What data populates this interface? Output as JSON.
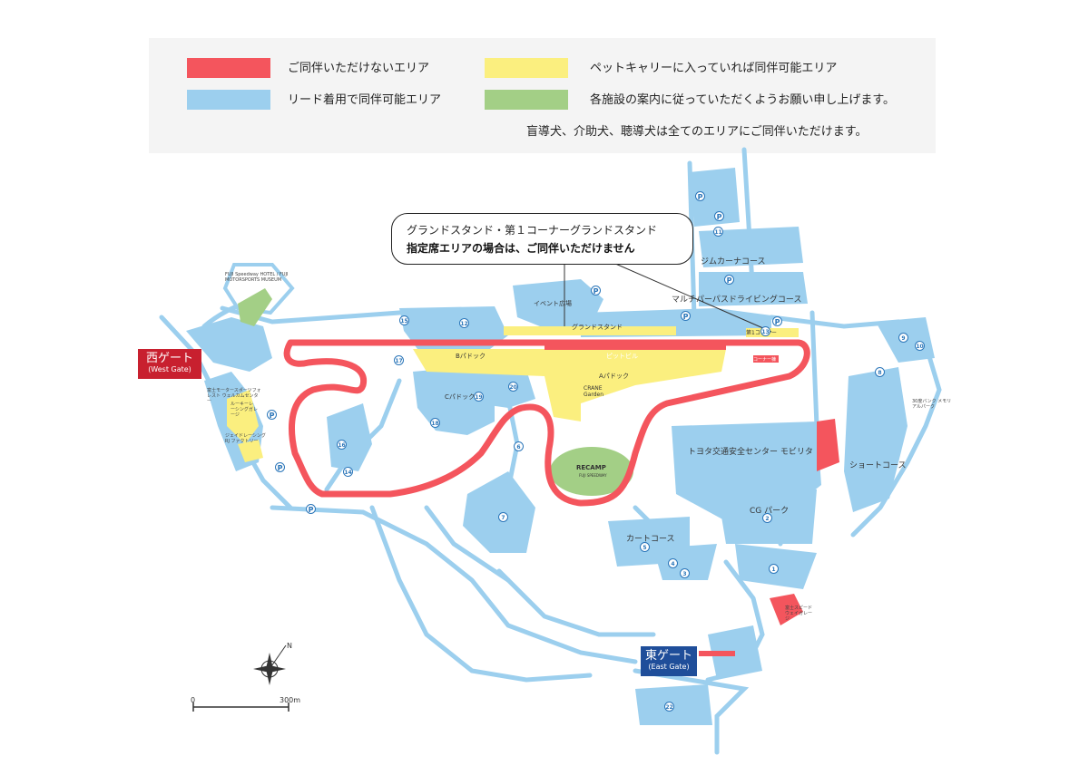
{
  "legend": {
    "red_text": "ご同伴いただけないエリア",
    "yellow_text": "ペットキャリーに入っていれば同伴可能エリア",
    "blue_text": "リード着用で同伴可能エリア",
    "green_text": "各施設の案内に従っていただくようお願い申し上げます。",
    "note": "盲導犬、介助犬、聴導犬は全てのエリアにご同伴いただけます。",
    "colors": {
      "red": "#f4555d",
      "yellow": "#fbef7f",
      "blue": "#9ccfee",
      "green": "#a3cf86"
    }
  },
  "callout": {
    "line1": "グランドスタンド・第１コーナーグランドスタンド",
    "line2": "指定席エリアの場合は、ご同伴いただけません"
  },
  "gates": {
    "west": {
      "label": "西ゲート",
      "sub": "(West Gate)",
      "color": "#c8202f"
    },
    "east": {
      "label": "東ゲート",
      "sub": "(East Gate)",
      "color": "#1f4e9a"
    }
  },
  "map_labels": {
    "hotel": "FUJI Speedway HOTEL / FUJI MOTORSPORTS MUSEUM",
    "event_plaza": "イベント広場",
    "grandstand": "グランドスタンド",
    "pit_building": "ピットビル",
    "b_paddock": "Bパドック",
    "c_paddock": "Cパドック",
    "a_paddock": "Aパドック",
    "crane_garden": "CRANE Garden",
    "recamp": "RECAMP",
    "recamp_sub": "FUJI SPEEDWAY",
    "first_corner": "第1コーナー",
    "corner_label": "コーナー棟",
    "gymkhana": "ジムカーナコース",
    "multi_purpose": "マルチパーパスドライビングコース",
    "toyota_center": "トヨタ交通安全センター モビリタ",
    "cg_park": "CG パーク",
    "kart": "カートコース",
    "short_course": "ショートコース",
    "memorial_park": "30度バンク メモリアルパーク",
    "rookie_garage": "ルーキーレーシングガレージ",
    "welcome_center": "富士モータースポーツフォレスト ウェルカムセンター",
    "factory": "ジェイドレーシング RJ ファクトリー",
    "garage_label": "富士スピードウェイガレージ",
    "scale_start": "0",
    "scale_end": "300m",
    "north": "N"
  },
  "parking": {
    "p": "P",
    "nums": [
      "15",
      "12",
      "17",
      "18",
      "19",
      "20",
      "16",
      "6",
      "7",
      "4",
      "5",
      "3",
      "1",
      "2",
      "8",
      "9",
      "10",
      "11",
      "14",
      "22",
      "13"
    ]
  }
}
